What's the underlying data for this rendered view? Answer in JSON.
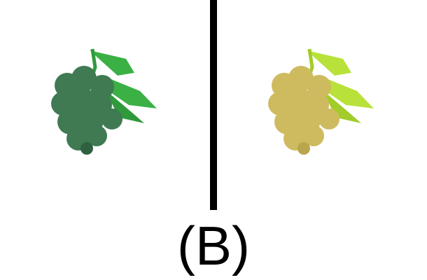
{
  "caption": "(B)",
  "colors": {
    "background": "#ffffff",
    "divider": "#000000",
    "left_grapes": "#3f7a52",
    "left_grapes_shadow": "#2f6140",
    "left_leaf": "#3bb045",
    "left_leaf_dark": "#2f9a3a",
    "right_grapes": "#cfbb5f",
    "right_grapes_shadow": "#b9a64c",
    "right_leaf": "#b8e23a",
    "right_leaf_dark": "#a2cc2a"
  },
  "panels": [
    {
      "id": "left",
      "subject": "green-grape-bunch"
    },
    {
      "id": "right",
      "subject": "yellow-grape-bunch"
    }
  ]
}
